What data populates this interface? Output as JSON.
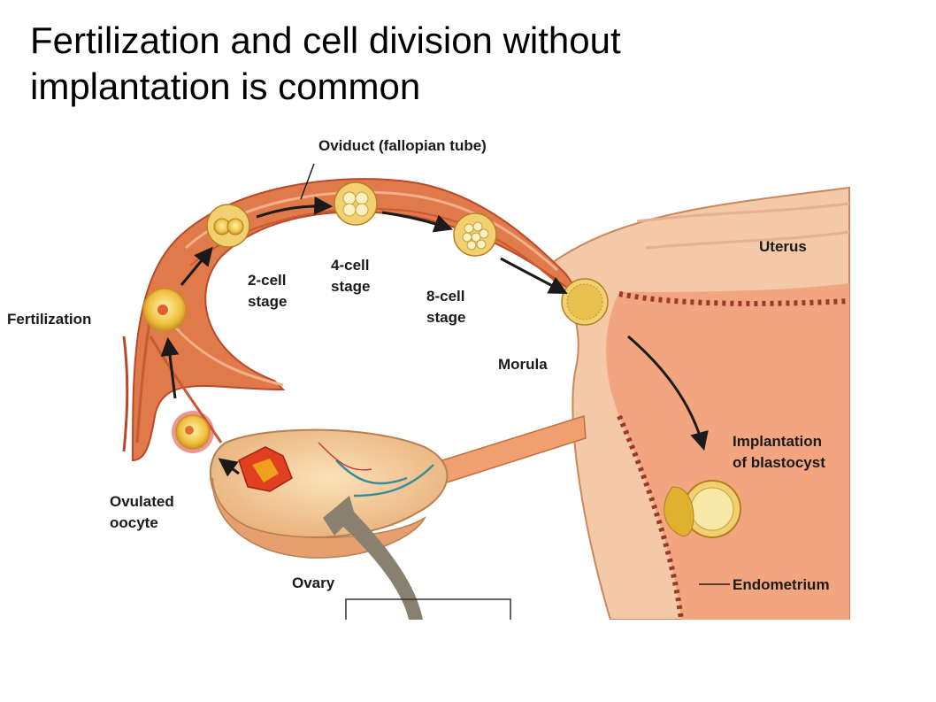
{
  "title": {
    "line1": "Fertilization and cell division without",
    "line2": "implantation is common"
  },
  "diagram": {
    "labels": {
      "oviduct": "Oviduct (fallopian tube)",
      "fertilization": "Fertilization",
      "two_cell_1": "2-cell",
      "two_cell_2": "stage",
      "four_cell_1": "4-cell",
      "four_cell_2": "stage",
      "eight_cell_1": "8-cell",
      "eight_cell_2": "stage",
      "uterus": "Uterus",
      "morula": "Morula",
      "implantation_1": "Implantation",
      "implantation_2": "of blastocyst",
      "ovulated_1": "Ovulated",
      "ovulated_2": "oocyte",
      "ovary": "Ovary",
      "endometrium": "Endometrium"
    },
    "colors": {
      "tube": "#e07a4a",
      "tube_dark": "#b84a2a",
      "uterus_wall": "#f0b48c",
      "uterus_inner": "#f3a27a",
      "ovary": "#f1c38f",
      "cell": "#f0c040",
      "arrow": "#1a1a1a",
      "pointer": "#8a8070"
    }
  }
}
